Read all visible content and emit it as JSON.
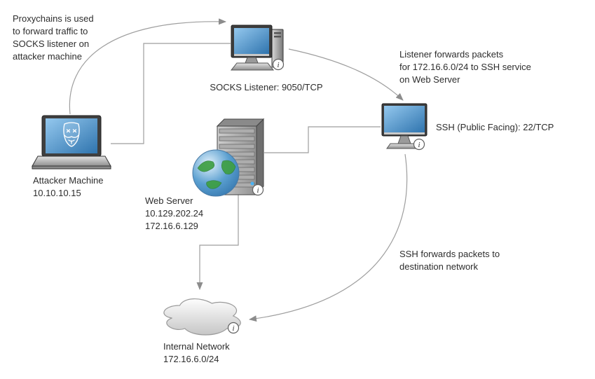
{
  "diagram": {
    "annotations": {
      "proxychains": "Proxychains is used\nto forward traffic to\nSOCKS listener on\nattacker machine",
      "listener_forwards": "Listener forwards packets\nfor 172.16.6.0/24 to SSH service\non Web Server",
      "ssh_forwards": "SSH forwards packets to\ndestination network"
    },
    "nodes": {
      "socks_listener": {
        "label": "SOCKS Listener: 9050/TCP"
      },
      "ssh": {
        "label": "SSH (Public Facing): 22/TCP"
      },
      "attacker": {
        "label": "Attacker Machine\n10.10.10.15"
      },
      "web_server": {
        "label": "Web Server\n10.129.202.24\n172.16.6.129"
      },
      "internal_network": {
        "label": "Internal Network\n172.16.6.0/24"
      }
    },
    "info_badge": "i",
    "colors": {
      "screen_blue": "#3178b5",
      "line_gray": "#999999",
      "arrow_gray": "#8c8c8c",
      "text": "#2d2d2d"
    }
  }
}
